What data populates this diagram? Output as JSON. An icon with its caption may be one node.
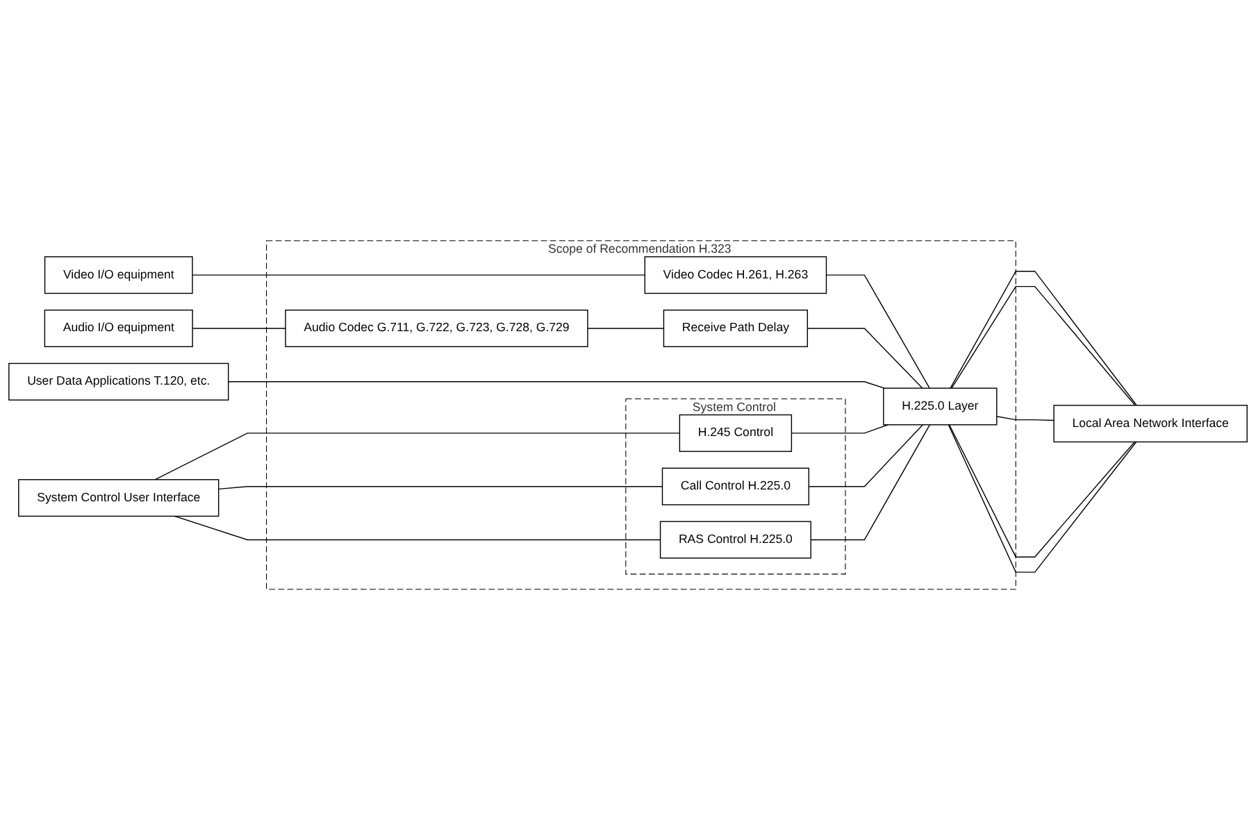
{
  "diagram": {
    "nodes": [
      {
        "text": [
          "Scope of Recommendation H.323"
        ]
      },
      {
        "text": [
          "Video I/O equipment"
        ]
      },
      {
        "text": [
          "Audio I/O equipment"
        ]
      },
      {
        "text": [
          "User Data Applications T.120, etc."
        ]
      },
      {
        "text": [
          "System Control User Interface"
        ]
      },
      {
        "text": [
          "Video Codec H.261, H.263"
        ],
        "in": 0
      },
      {
        "text": [
          "Audio Codec G.711, G.722, G.723, G.728, G.729"
        ],
        "in": 0
      },
      {
        "text": [
          "Receive Path Delay"
        ],
        "in": 0
      },
      {
        "text": [
          "System Control"
        ],
        "in": 0
      },
      {
        "text": [
          "H.245 Control"
        ],
        "in": 8
      },
      {
        "text": [
          "Call Control H.225.0"
        ],
        "in": 8
      },
      {
        "text": [
          "RAS Control H.225.0"
        ],
        "in": 8
      },
      {
        "text": [
          "H.225.0 Layer"
        ],
        "in": 0
      },
      {
        "text": [
          "Local Area Network Interface"
        ]
      }
    ],
    "edges": [
      {
        "from": 1,
        "to": 5,
        "arrow": "none"
      },
      {
        "from": 5,
        "to": 12,
        "arrow": "none"
      },
      {
        "from": 2,
        "to": 6,
        "arrow": "none"
      },
      {
        "from": 6,
        "to": 7,
        "arrow": "none"
      },
      {
        "from": 7,
        "to": 12,
        "arrow": "none"
      },
      {
        "from": 3,
        "to": 12,
        "arrow": "none"
      },
      {
        "from": 4,
        "to": 9,
        "arrow": "none"
      },
      {
        "from": 4,
        "to": 10,
        "arrow": "none"
      },
      {
        "from": 4,
        "to": 11,
        "arrow": "none"
      },
      {
        "from": 9,
        "to": 12,
        "arrow": "none"
      },
      {
        "from": 10,
        "to": 12,
        "arrow": "none"
      },
      {
        "from": 11,
        "to": 12,
        "arrow": "none"
      },
      {
        "from": 12,
        "to": 13,
        "arrow": "none"
      },
      {
        "from": 12,
        "to": 13,
        "arrow": "none"
      },
      {
        "from": 12,
        "to": 13,
        "arrow": "none"
      },
      {
        "from": 12,
        "to": 13,
        "arrow": "none"
      },
      {
        "from": 12,
        "to": 13,
        "arrow": "none"
      }
    ]
  }
}
